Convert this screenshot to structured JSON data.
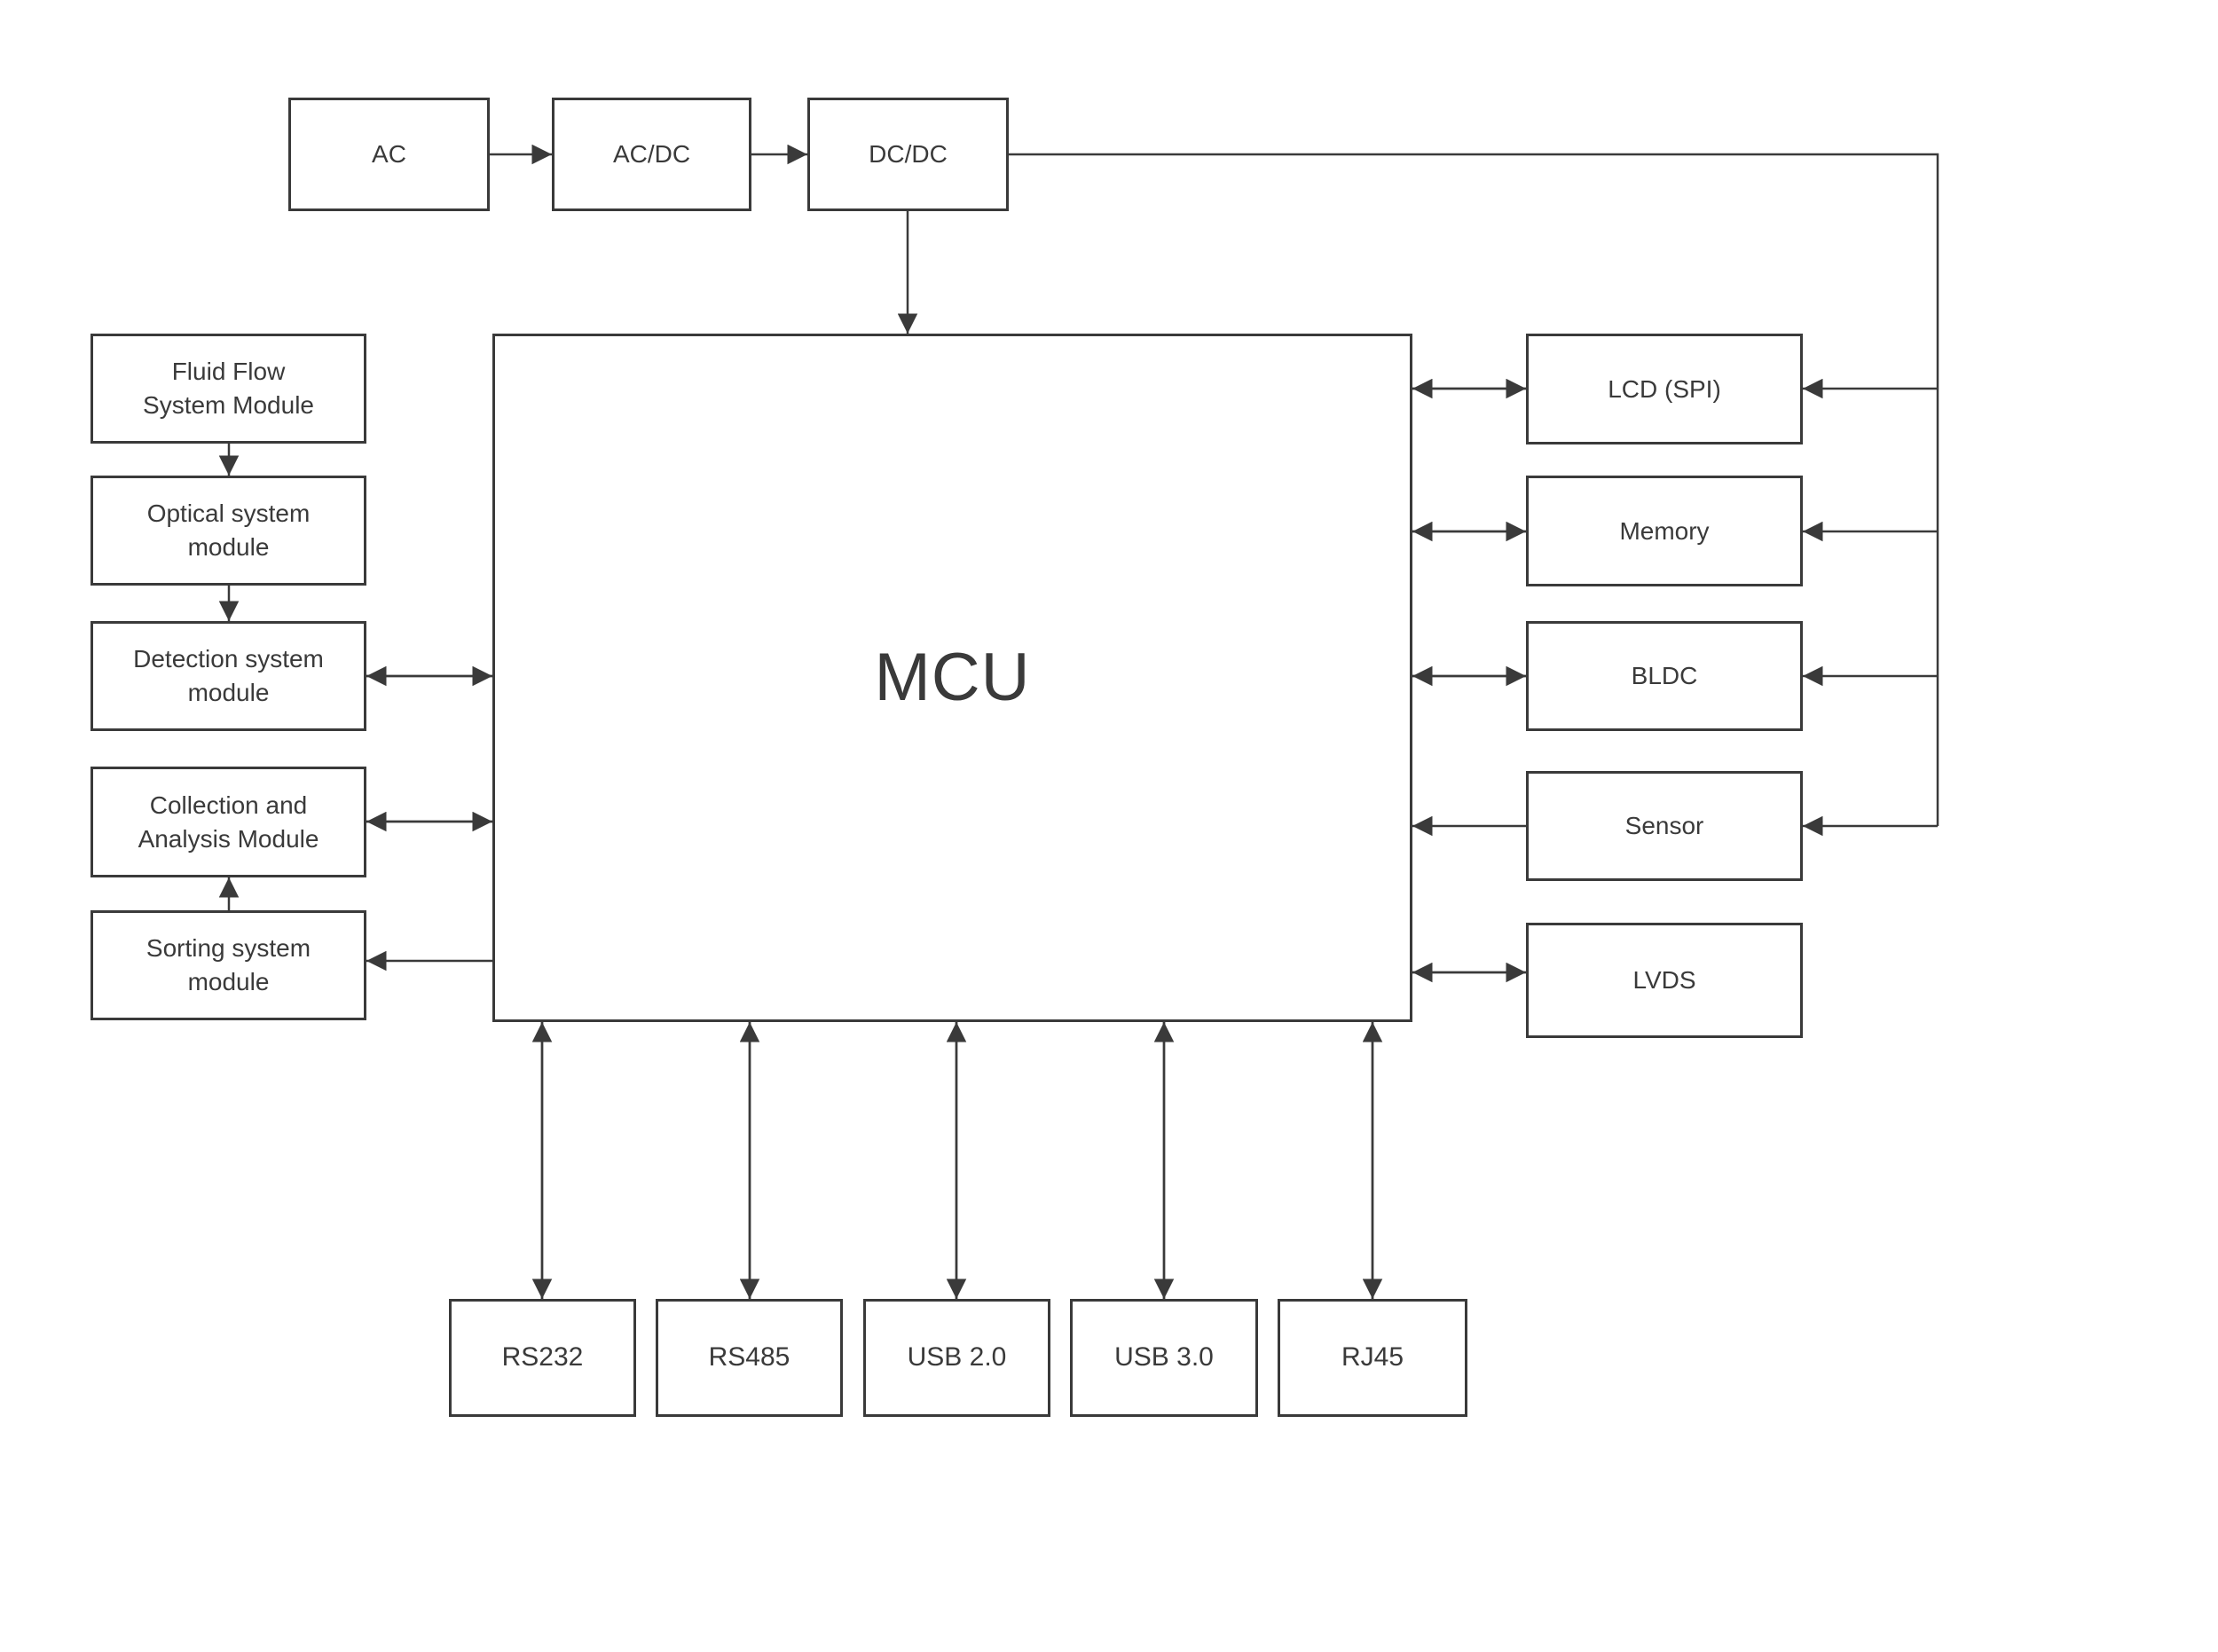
{
  "nodes": {
    "ac": {
      "label": "AC"
    },
    "acdc": {
      "label": "AC/DC"
    },
    "dcdc": {
      "label": "DC/DC"
    },
    "mcu": {
      "label": "MCU"
    },
    "left": [
      {
        "label": "Fluid Flow\nSystem Module"
      },
      {
        "label": "Optical system\nmodule"
      },
      {
        "label": "Detection system\nmodule"
      },
      {
        "label": "Collection and\nAnalysis Module"
      },
      {
        "label": "Sorting system\nmodule"
      }
    ],
    "right": [
      {
        "label": "LCD (SPI)"
      },
      {
        "label": "Memory"
      },
      {
        "label": "BLDC"
      },
      {
        "label": "Sensor"
      },
      {
        "label": "LVDS"
      }
    ],
    "bottom": [
      {
        "label": "RS232"
      },
      {
        "label": "RS485"
      },
      {
        "label": "USB 2.0"
      },
      {
        "label": "USB 3.0"
      },
      {
        "label": "RJ45"
      }
    ]
  },
  "colors": {
    "line": "#3a3a3a",
    "box_border": "#3a3a3a",
    "text": "#3a3a3a",
    "background": "#ffffff"
  }
}
